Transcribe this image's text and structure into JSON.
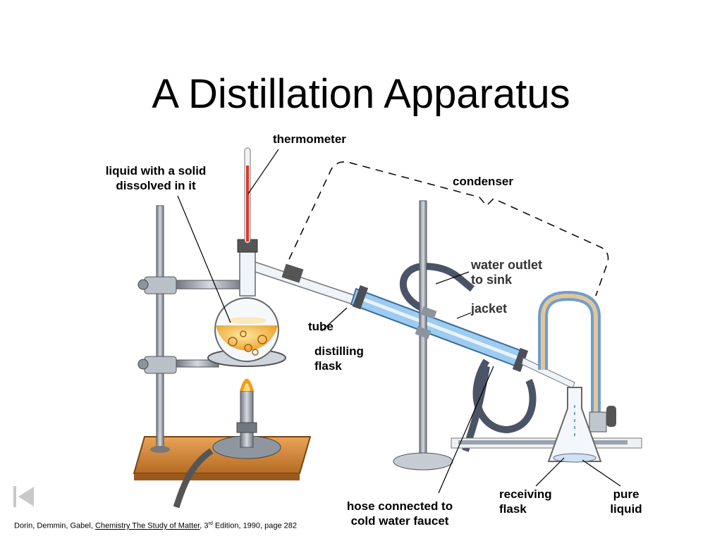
{
  "slide": {
    "title": "A Distillation Apparatus"
  },
  "labels": {
    "thermometer": "thermometer",
    "liquid_line1": "liquid with a solid",
    "liquid_line2": "dissolved in it",
    "condenser": "condenser",
    "water_outlet_line1": "water outlet",
    "water_outlet_line2": "to sink",
    "jacket": "jacket",
    "tube": "tube",
    "distilling_line1": "distilling",
    "distilling_line2": "flask",
    "hose_line1": "hose connected to",
    "hose_line2": "cold water faucet",
    "receiving_line1": "receiving",
    "receiving_line2": "flask",
    "pure_line1": "pure",
    "pure_line2": "liquid"
  },
  "citation": {
    "authors": "Dorin, Demmin, Gabel,",
    "book": "Chemistry The Study of Matter",
    "edition_prefix": ", 3",
    "edition_sup": "rd",
    "edition_suffix": " Edition, 1990, page 282"
  },
  "icons": {
    "nav": "first-slide-icon"
  },
  "colors": {
    "liquid": "#f2b33d",
    "jacket_water": "#9ecbf0",
    "hose": "#4b5366",
    "flame": "#f59a1c",
    "wood_base": "#d98a3a",
    "steel": "#9aa2ad"
  }
}
